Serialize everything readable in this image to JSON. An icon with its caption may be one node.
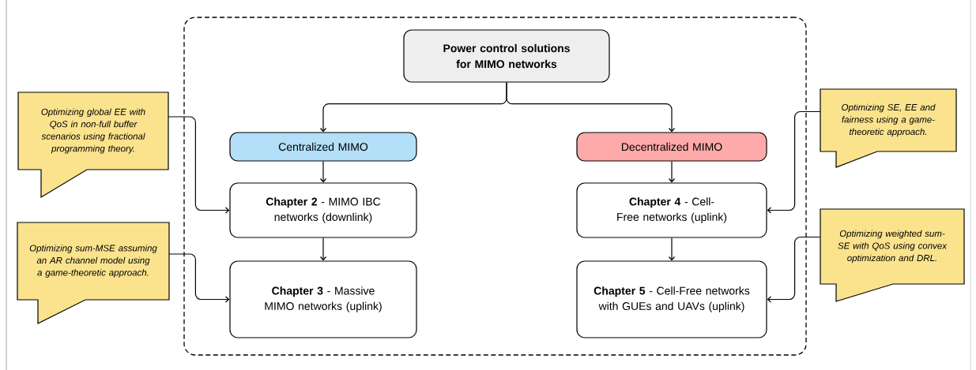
{
  "diagram": {
    "nodes": [
      {
        "text": [],
        "shape": "box"
      },
      {
        "text": [
          "Power control solutions for MIMO networks"
        ],
        "in": 0
      },
      {
        "text": [
          "Centralized MIMO"
        ],
        "in": 0
      },
      {
        "text": [
          "Decentralized MIMO"
        ],
        "in": 0
      },
      {
        "text": [
          "**Chapter 2** - MIMO IBC networks (downlink)"
        ],
        "in": 0
      },
      {
        "text": [
          "**Chapter 3** - Massive MIMO networks (uplink)"
        ],
        "in": 0
      },
      {
        "text": [
          "**Chapter 4** - Cell-Free networks (uplink)"
        ],
        "in": 0
      },
      {
        "text": [
          "**Chapter 5** - Cell-Free networks with GUEs and UAVs (uplink)"
        ],
        "in": 0
      },
      {
        "text": [
          "Optimizing global EE with QoS in non-full buffer scenarios using fractional programming theory."
        ]
      },
      {
        "text": [
          "Optimizing sum-MSE assuming an AR channel model using a game-theoretic approach."
        ]
      },
      {
        "text": [
          "Optimizing SE, EE and fairness using a game-theoretic approach."
        ]
      },
      {
        "text": [
          "Optimizing weighted sum-SE with QoS using convex optimization and DRL."
        ]
      }
    ],
    "edges": [
      {
        "from": 1,
        "to": 2,
        "arrow": "to"
      },
      {
        "from": 1,
        "to": 3,
        "arrow": "to"
      },
      {
        "from": 2,
        "to": 4,
        "arrow": "to"
      },
      {
        "from": 4,
        "to": 5,
        "arrow": "to"
      },
      {
        "from": 3,
        "to": 6,
        "arrow": "to"
      },
      {
        "from": 6,
        "to": 7,
        "arrow": "to"
      },
      {
        "from": 8,
        "to": 4,
        "arrow": "to"
      },
      {
        "from": 9,
        "to": 5,
        "arrow": "to"
      },
      {
        "from": 10,
        "to": 6,
        "arrow": "to"
      },
      {
        "from": 11,
        "to": 7,
        "arrow": "to"
      }
    ]
  }
}
